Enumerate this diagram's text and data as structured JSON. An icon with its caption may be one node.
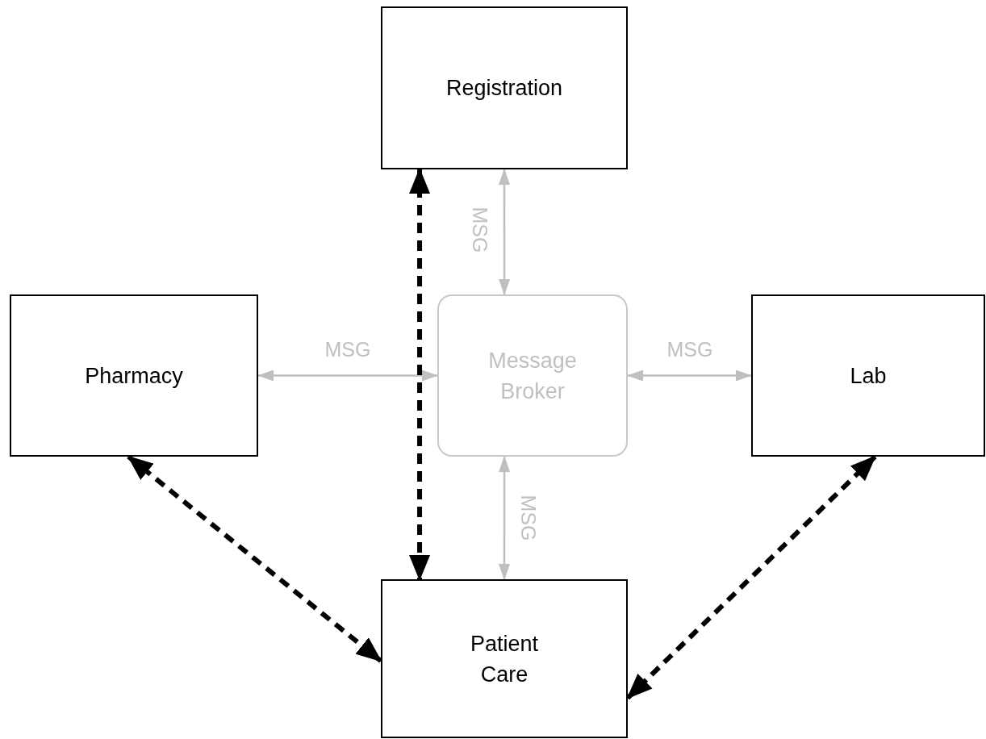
{
  "diagram": {
    "nodes": [
      {
        "text": [
          "Registration"
        ]
      },
      {
        "text": [
          "Pharmacy"
        ]
      },
      {
        "text": [
          "Message Broker"
        ]
      },
      {
        "text": [
          "Lab"
        ]
      },
      {
        "text": [
          "Patient Care"
        ]
      }
    ],
    "edges": [
      {
        "from": 0,
        "to": 2,
        "arrow": "both",
        "label": "MSG"
      },
      {
        "from": 1,
        "to": 2,
        "arrow": "both",
        "label": "MSG"
      },
      {
        "from": 2,
        "to": 3,
        "arrow": "both",
        "label": "MSG"
      },
      {
        "from": 2,
        "to": 4,
        "arrow": "both",
        "label": "MSG"
      },
      {
        "from": 0,
        "to": 4,
        "arrow": "both",
        "style": "dashed",
        "color": "#000000"
      },
      {
        "from": 1,
        "to": 4,
        "arrow": "both",
        "style": "dashed",
        "color": "#000000"
      },
      {
        "from": 3,
        "to": 4,
        "arrow": "both",
        "style": "dashed",
        "color": "#000000"
      }
    ]
  }
}
